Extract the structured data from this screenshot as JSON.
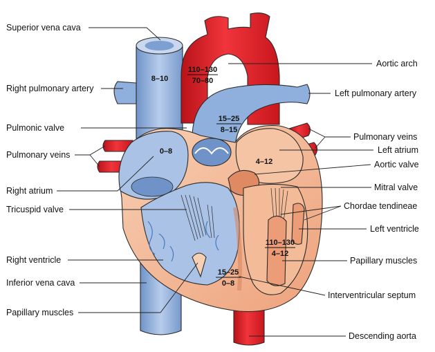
{
  "labels": {
    "superior_vena_cava": "Superior vena cava",
    "right_pulmonary_artery": "Right pulmonary artery",
    "pulmonic_valve": "Pulmonic valve",
    "pulmonary_veins_left_side": "Pulmonary veins",
    "right_atrium": "Right atrium",
    "tricuspid_valve": "Tricuspid valve",
    "right_ventricle": "Right ventricle",
    "inferior_vena_cava": "Inferior vena cava",
    "papillary_muscles_left_side": "Papillary muscles",
    "aortic_arch": "Aortic arch",
    "left_pulmonary_artery": "Left pulmonary artery",
    "pulmonary_veins_right_side": "Pulmonary veins",
    "left_atrium": "Left atrium",
    "aortic_valve": "Aortic valve",
    "mitral_valve": "Mitral valve",
    "chordae_tendineae": "Chordae tendineae",
    "left_ventricle": "Left ventricle",
    "papillary_muscles_right_side": "Papillary muscles",
    "interventricular_septum": "Interventricular septum",
    "descending_aorta": "Descending aorta"
  },
  "pressures": {
    "vena_cava": "8–10",
    "aorta_systolic": "110–130",
    "aorta_diastolic": "70–80",
    "pulmonary_artery_systolic": "15–25",
    "pulmonary_artery_diastolic": "8–15",
    "right_atrium": "0–8",
    "left_atrium": "4–12",
    "left_ventricle_systolic": "110–130",
    "left_ventricle_diastolic": "4–12",
    "right_ventricle_systolic": "15–25",
    "right_ventricle_diastolic": "0–8"
  },
  "colors": {
    "artery_red": "#e8202a",
    "vein_blue": "#8fb0dc",
    "vein_light": "#c9d8ee",
    "muscle_tan": "#f2b48f",
    "muscle_dark": "#e08a63",
    "chamber_inner_blue": "#a9c2e6"
  }
}
